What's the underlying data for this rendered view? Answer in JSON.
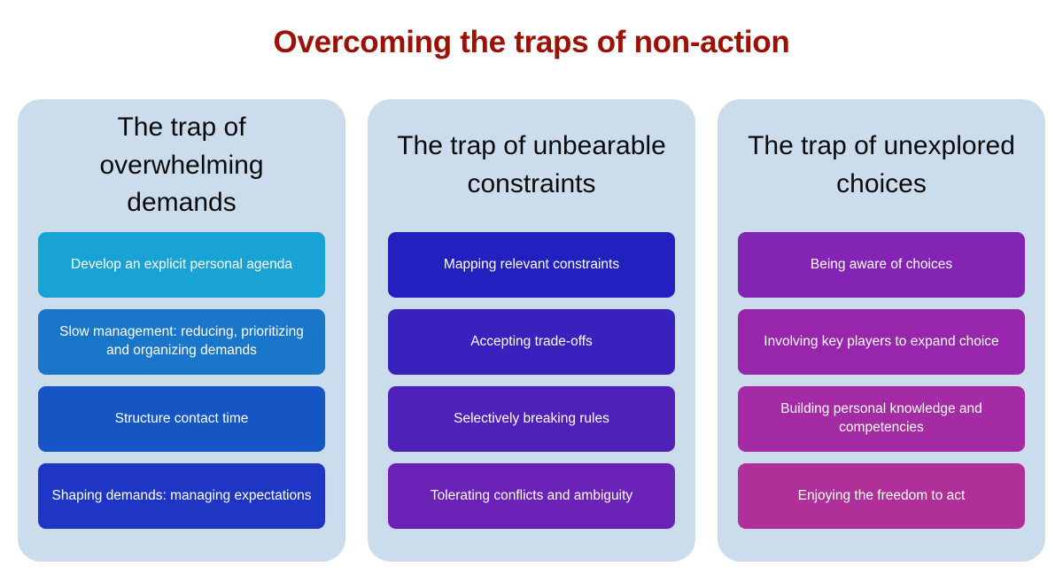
{
  "slide": {
    "title": "Overcoming the traps of non-action",
    "title_color": "#9C1006",
    "background": "#FFFFFF",
    "card_background": "#CBDDEC"
  },
  "columns": [
    {
      "id": "overwhelming-demands",
      "title": "The trap of overwhelming demands",
      "tiles": [
        {
          "label": "Develop an explicit personal agenda",
          "color": "#19A2D4"
        },
        {
          "label": "Slow management: reducing, prioritizing and organizing demands",
          "color": "#1A76C8"
        },
        {
          "label": "Structure contact time",
          "color": "#1656C4"
        },
        {
          "label": "Shaping demands: managing expectations",
          "color": "#1F36C4"
        }
      ]
    },
    {
      "id": "unbearable-constraints",
      "title": "The trap of unbearable constraints",
      "tiles": [
        {
          "label": "Mapping relevant constraints",
          "color": "#2320C0"
        },
        {
          "label": "Accepting trade-offs",
          "color": "#3821BC"
        },
        {
          "label": "Selectively breaking rules",
          "color": "#5021B8"
        },
        {
          "label": "Tolerating conflicts and ambiguity",
          "color": "#6B22B6"
        }
      ]
    },
    {
      "id": "unexplored-choices",
      "title": "The trap of unexplored choices",
      "tiles": [
        {
          "label": "Being aware of choices",
          "color": "#8424B4"
        },
        {
          "label": "Involving key players to expand choice",
          "color": "#9726AC"
        },
        {
          "label": "Building personal knowledge and competencies",
          "color": "#A42BA4"
        },
        {
          "label": "Enjoying the freedom to act",
          "color": "#B0309A"
        }
      ]
    }
  ]
}
